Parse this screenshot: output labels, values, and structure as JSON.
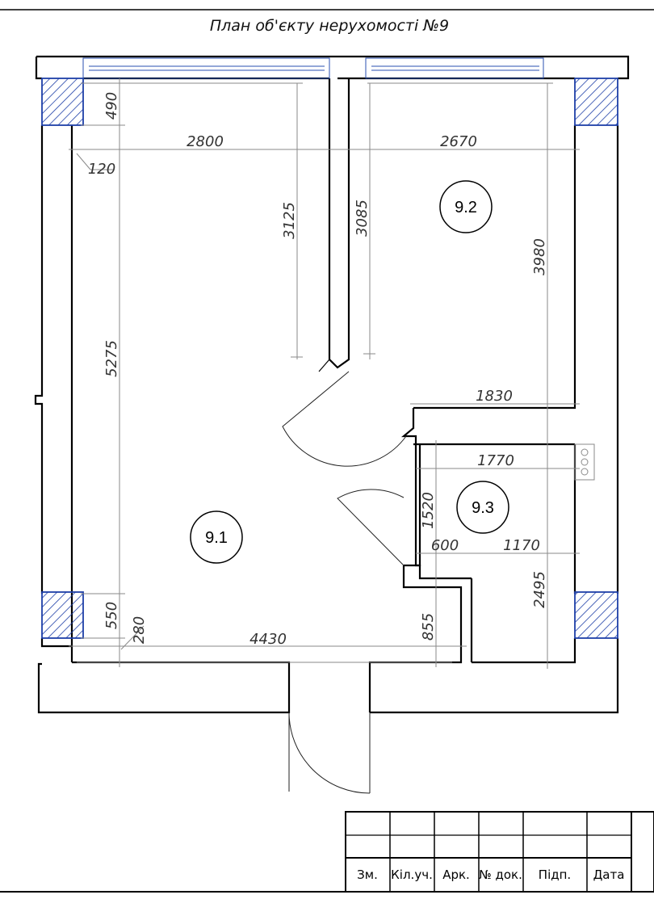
{
  "title": "План об'єкту нерухомості №9",
  "rooms": [
    {
      "id": "9.1"
    },
    {
      "id": "9.2"
    },
    {
      "id": "9.3"
    }
  ],
  "dimensions": {
    "d490": "490",
    "d2800": "2800",
    "d2670": "2670",
    "d120": "120",
    "d3125": "3125",
    "d3085": "3085",
    "d3980": "3980",
    "d5275": "5275",
    "d1830": "1830",
    "d1770": "1770",
    "d1520": "1520",
    "d600": "600",
    "d1170": "1170",
    "d2495": "2495",
    "d550": "550",
    "d280": "280",
    "d4430": "4430",
    "d855": "855"
  },
  "stamp": {
    "headers": [
      "Зм.",
      "Кіл.уч.",
      "Арк.",
      "№ док.",
      "Підп.",
      "Дата"
    ]
  },
  "colors": {
    "hatch": "#1e3fa8",
    "dimension": "#8a8a8a",
    "wall": "#000000"
  }
}
